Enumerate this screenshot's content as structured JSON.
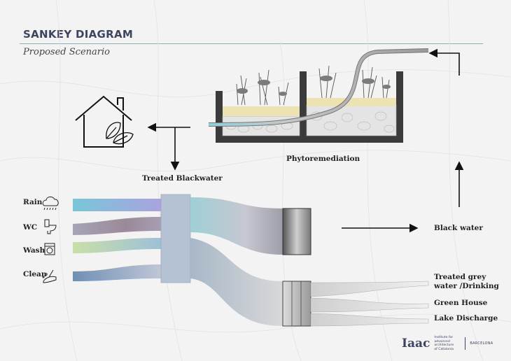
{
  "header": {
    "title": "SANKEY DIAGRAM",
    "subtitle": "Proposed  Scenario"
  },
  "nodes": {
    "treated_blackwater": "Treated Blackwater",
    "phytoremediation": "Phytoremediation",
    "black_water": "Black water",
    "treated_grey_line1": "Treated grey",
    "treated_grey_line2": "water /Drinking",
    "green_house": "Green House",
    "lake_discharge": "Lake Discharge"
  },
  "sources": [
    {
      "label": "Rain",
      "icon": "rain-cloud-icon"
    },
    {
      "label": "WC",
      "icon": "toilet-icon"
    },
    {
      "label": "Wash",
      "icon": "washing-machine-icon"
    },
    {
      "label": "Clean",
      "icon": "cleaning-icon"
    }
  ],
  "logo": {
    "mark": "Iaac",
    "line1": "Institute for",
    "line2": "advanced",
    "line3": "architecture",
    "line4": "of Catalonia",
    "city": "BARCELONA"
  },
  "colors": {
    "rain": "#79c6d8",
    "wc": "#9a8a98",
    "wash": "#b6d2a8",
    "clean": "#6f8fb4",
    "hub": "#aebdd0",
    "title": "#3e4460"
  }
}
